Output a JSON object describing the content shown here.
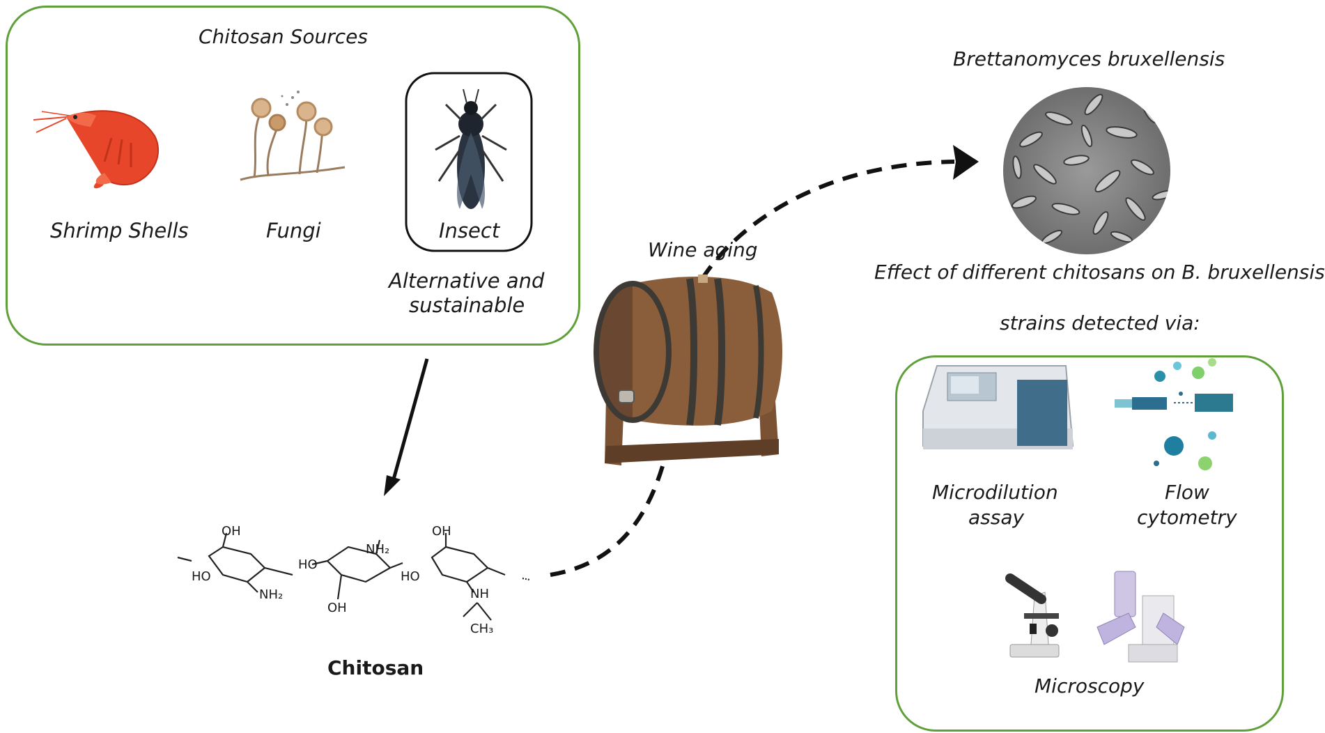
{
  "sources": {
    "title": "Chitosan Sources",
    "shrimp": "Shrimp Shells",
    "fungi": "Fungi",
    "insect": "Insect",
    "insect_note_1": "Alternative and",
    "insect_note_2": "sustainable"
  },
  "chitosan": {
    "label": "Chitosan",
    "atoms": {
      "oh1": "OH",
      "ho1": "HO",
      "nh2_1": "NH₂",
      "ho2": "HO",
      "nh2_2": "NH₂",
      "oh2": "OH",
      "oh3": "OH",
      "ho3": "HO",
      "nh": "NH",
      "ch3": "CH₃"
    }
  },
  "wine": {
    "label": "Wine aging"
  },
  "yeast": {
    "title": "Brettanomyces bruxellensis",
    "effect_line1": "Effect of different chitosans on B. bruxellensis",
    "effect_line2": "strains detected via:"
  },
  "methods": {
    "microdilution_1": "Microdilution",
    "microdilution_2": "assay",
    "flow_1": "Flow",
    "flow_2": "cytometry",
    "microscopy": "Microscopy"
  },
  "colors": {
    "box_border": "#5fa03a",
    "shrimp": "#e8462a",
    "barrel_wood": "#7a5233",
    "barrel_hoop": "#3d3a36"
  }
}
